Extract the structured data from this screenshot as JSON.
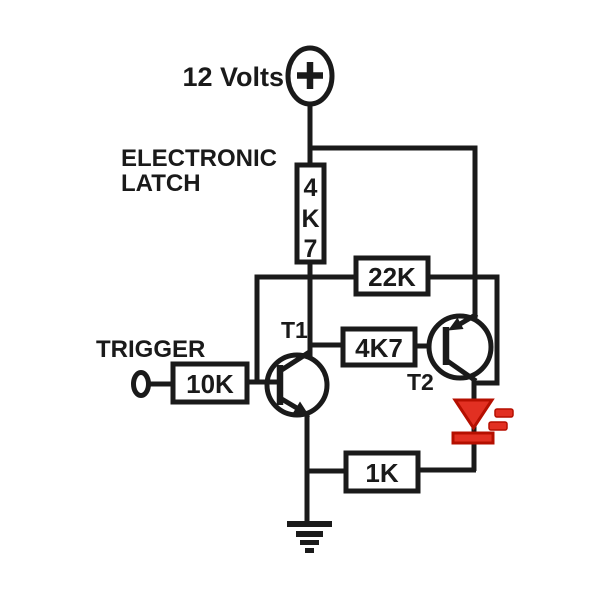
{
  "title": "ELECTRONIC LATCH",
  "labels": {
    "supply": "12 Volts",
    "title_line1": "ELECTRONIC",
    "title_line2": "LATCH",
    "trigger": "TRIGGER",
    "t1": "T1",
    "t2": "T2"
  },
  "components": {
    "supply": {
      "type": "dc-supply",
      "voltage": "12 Volts",
      "symbol": "+"
    },
    "r1_vertical": {
      "value": "4K7",
      "chars": [
        "4",
        "K",
        "7"
      ],
      "orientation": "vertical"
    },
    "r2_feedback": {
      "value": "22K",
      "orientation": "horizontal"
    },
    "r3_base_t2": {
      "value": "4K7",
      "orientation": "horizontal"
    },
    "r4_trigger": {
      "value": "10K",
      "orientation": "horizontal"
    },
    "r5_emitter": {
      "value": "1K",
      "orientation": "horizontal"
    },
    "t1": {
      "name": "T1",
      "type": "npn-transistor"
    },
    "t2": {
      "name": "T2",
      "type": "pnp-transistor"
    },
    "led": {
      "type": "led",
      "color": "red",
      "direction": "down"
    },
    "ground": {
      "type": "earth-ground"
    },
    "trigger_terminal": {
      "type": "input-terminal"
    }
  },
  "icons": {
    "supply_plus_icon": "plus-in-ellipse",
    "ground_icon": "earth-ground-bars",
    "led_icon": "red-diode-triangle"
  },
  "colors": {
    "background": "#ffffff",
    "line": "#1a1a1a",
    "text": "#1a1a1a",
    "led_fill": "#e23022",
    "led_stroke": "#b50f00"
  }
}
